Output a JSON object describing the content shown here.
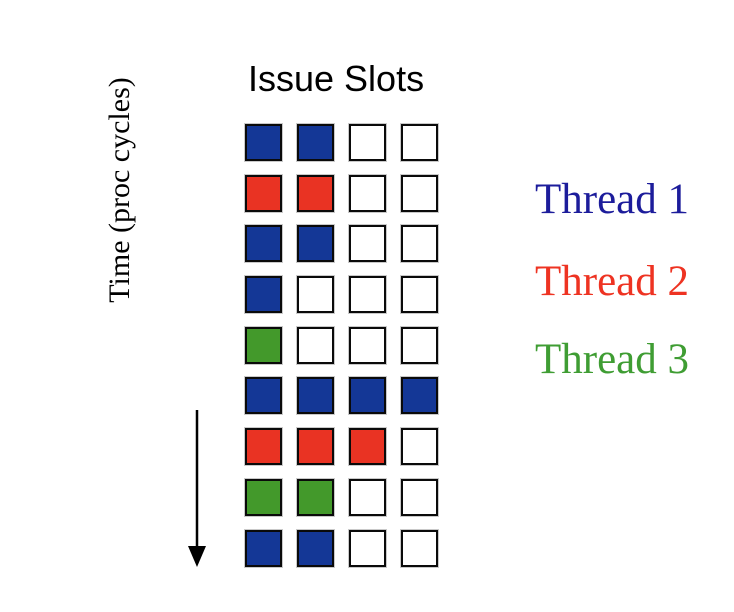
{
  "title": "Issue Slots",
  "axis": {
    "label": "Time (proc cycles)",
    "arrow_icon": "arrow-down",
    "arrow_color": "#000000"
  },
  "legend": {
    "items": [
      {
        "label": "Thread 1",
        "color": "#1c1c9b"
      },
      {
        "label": "Thread 2",
        "color": "#ee3322"
      },
      {
        "label": "Thread 3",
        "color": "#3f9d33"
      }
    ]
  },
  "grid": {
    "columns": 4,
    "rows_count": 9,
    "cell_colors": {
      "0": "#ffffff",
      "1": "#143796",
      "2": "#e93323",
      "3": "#43992b"
    },
    "cell_meanings": {
      "0": "empty-slot",
      "1": "thread-1",
      "2": "thread-2",
      "3": "thread-3"
    },
    "rows": [
      [
        1,
        1,
        0,
        0
      ],
      [
        2,
        2,
        0,
        0
      ],
      [
        1,
        1,
        0,
        0
      ],
      [
        1,
        0,
        0,
        0
      ],
      [
        3,
        0,
        0,
        0
      ],
      [
        1,
        1,
        1,
        1
      ],
      [
        2,
        2,
        2,
        0
      ],
      [
        3,
        3,
        0,
        0
      ],
      [
        1,
        1,
        0,
        0
      ]
    ]
  }
}
